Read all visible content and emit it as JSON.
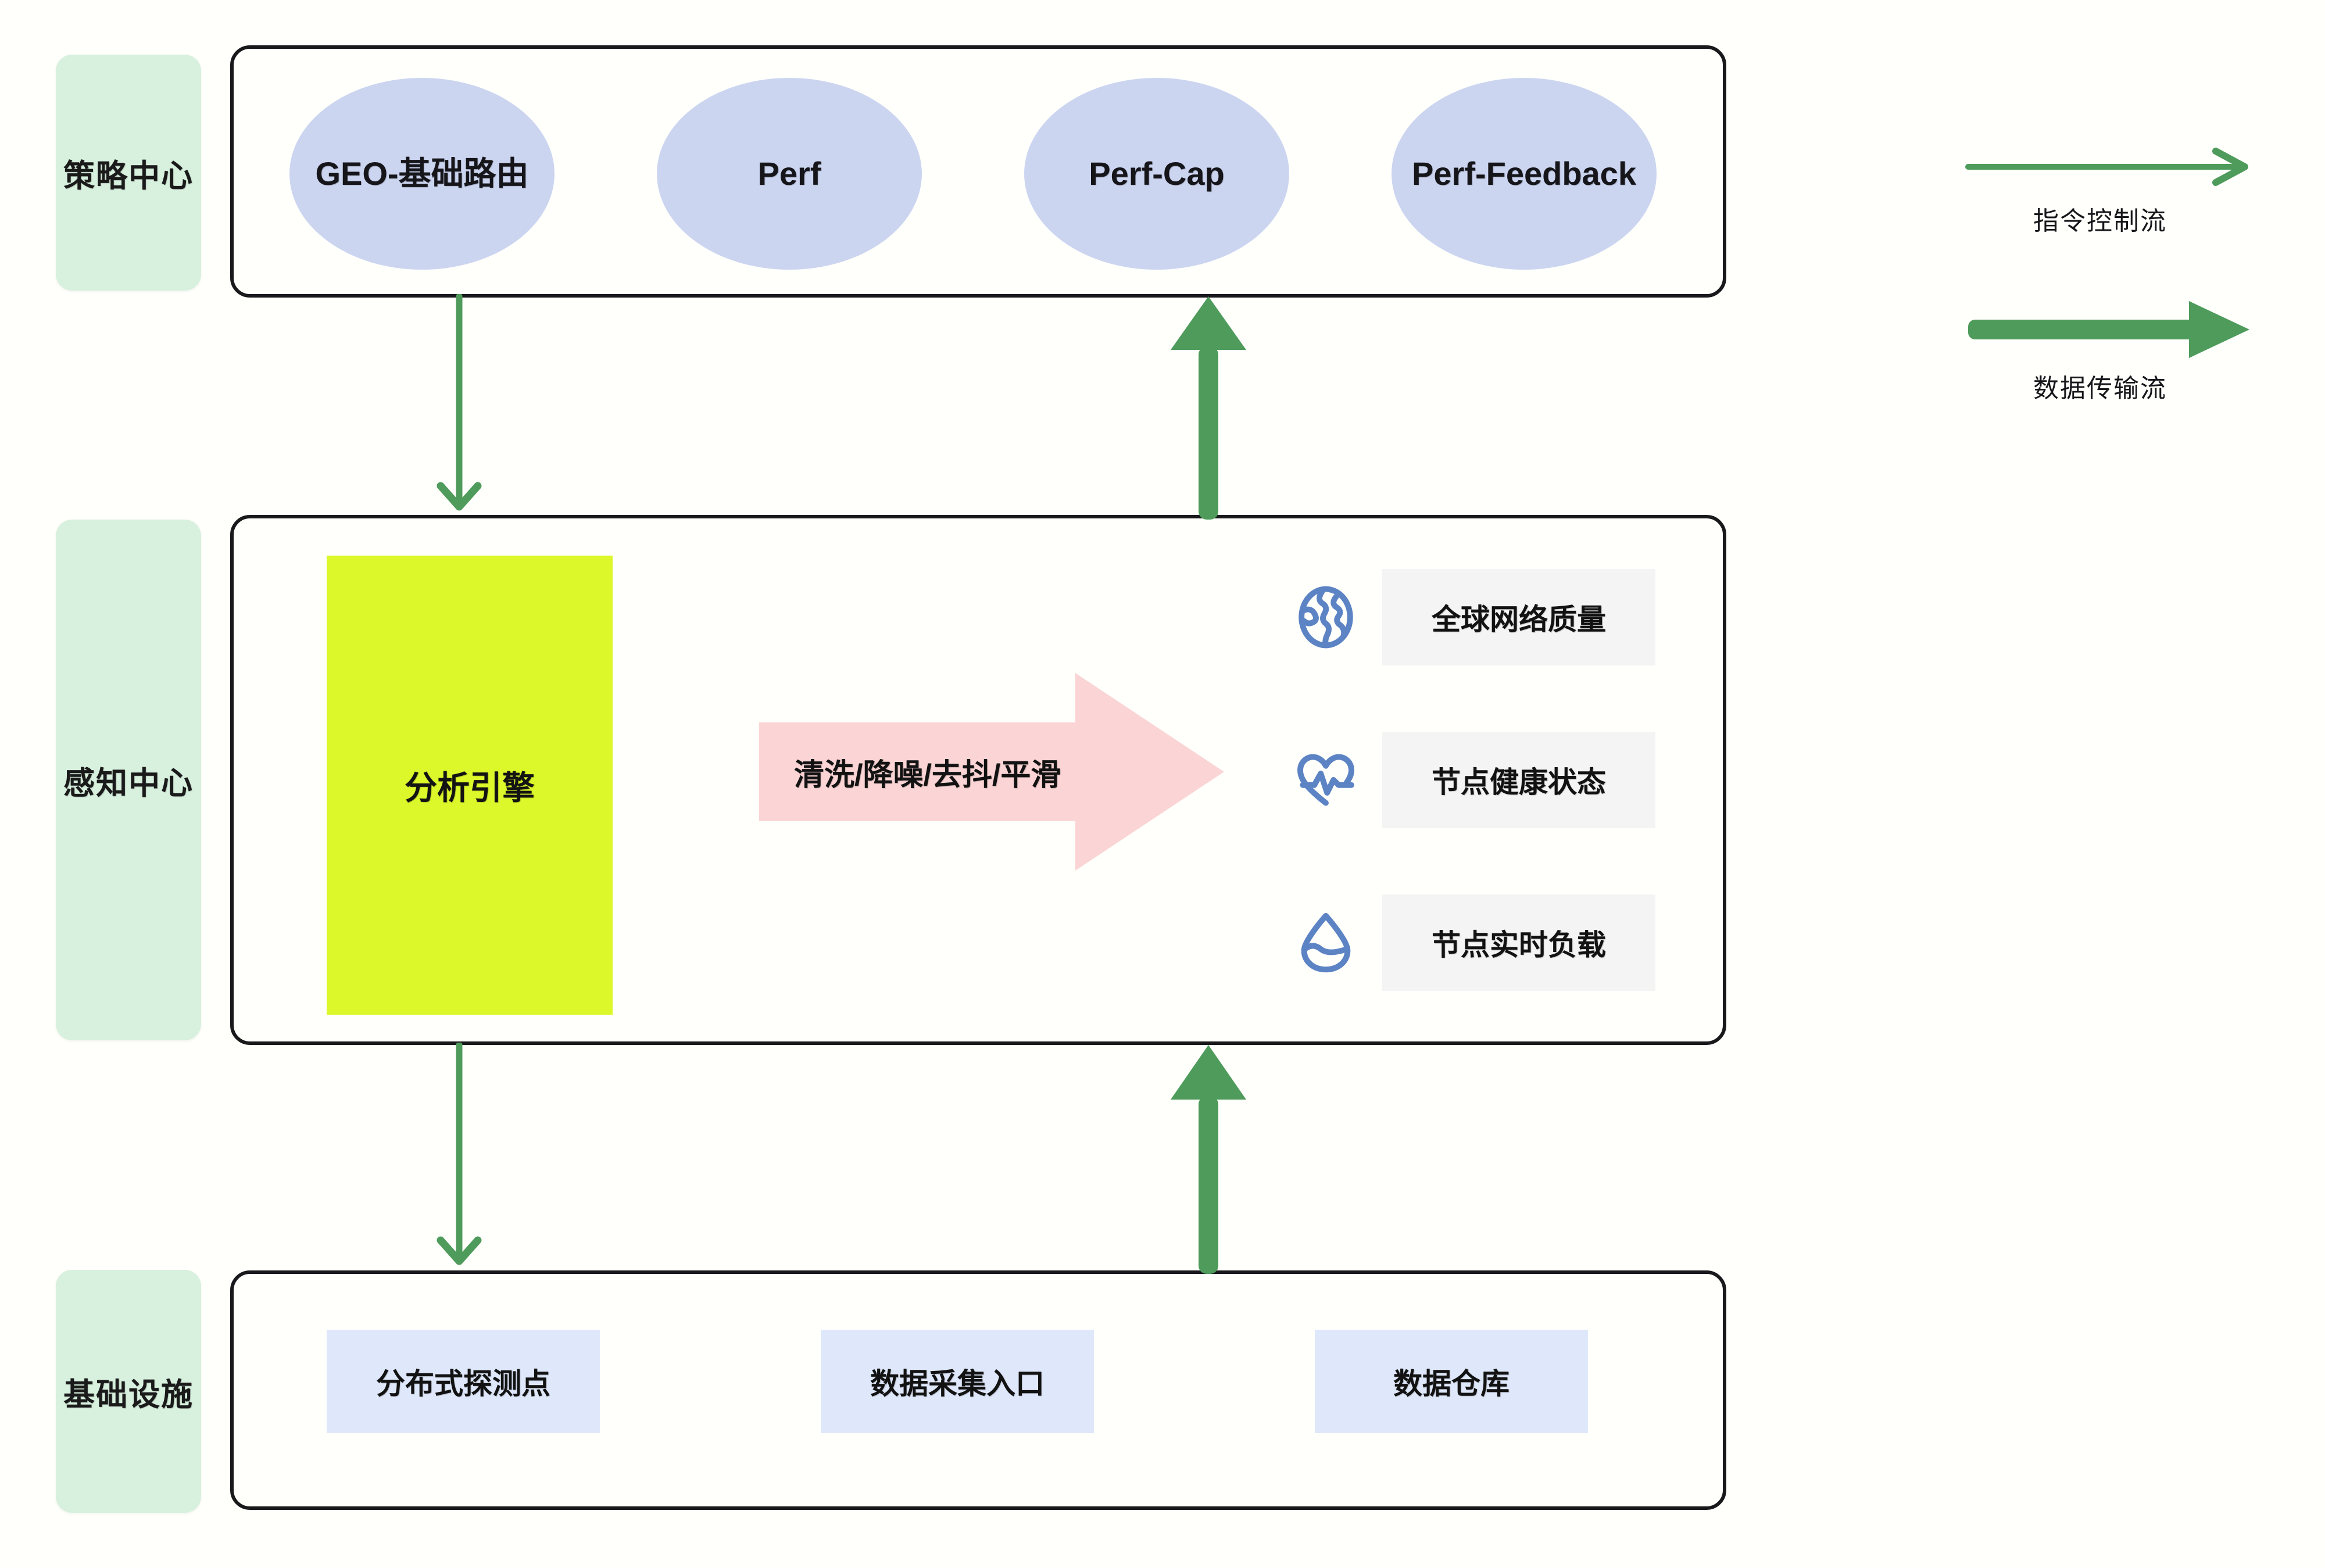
{
  "diagram": {
    "layers": [
      {
        "id": "strategy",
        "label": "策略中心"
      },
      {
        "id": "perception",
        "label": "感知中心"
      },
      {
        "id": "infrastructure",
        "label": "基础设施"
      }
    ],
    "strategy_nodes": [
      {
        "id": "geo-base-routing",
        "label": "GEO-基础路由"
      },
      {
        "id": "perf",
        "label": "Perf"
      },
      {
        "id": "perf-cap",
        "label": "Perf-Cap"
      },
      {
        "id": "perf-feedback",
        "label": "Perf-Feedback"
      }
    ],
    "perception": {
      "engine_label": "分析引擎",
      "process_arrow_label": "清洗/降噪/去抖/平滑",
      "metrics": [
        {
          "id": "global-network-quality",
          "icon": "globe-icon",
          "label": "全球网络质量"
        },
        {
          "id": "node-health-status",
          "icon": "heart-pulse-icon",
          "label": "节点健康状态"
        },
        {
          "id": "node-realtime-load",
          "icon": "water-drop-icon",
          "label": "节点实时负载"
        }
      ]
    },
    "infrastructure_nodes": [
      {
        "id": "distributed-probes",
        "label": "分布式探测点"
      },
      {
        "id": "data-collection-gateway",
        "label": "数据采集入口"
      },
      {
        "id": "data-warehouse",
        "label": "数据仓库"
      }
    ],
    "legend": [
      {
        "id": "control-flow",
        "label": "指令控制流",
        "style": "thin-arrow"
      },
      {
        "id": "data-flow",
        "label": "数据传输流",
        "style": "thick-arrow"
      }
    ],
    "colors": {
      "layer_card_bg": "#d8f0de",
      "panel_border": "#19191c",
      "ellipse_fill": "#ccd5f0",
      "engine_fill": "#dcf72a",
      "process_arrow_fill": "#fbd5d5",
      "metric_chip_bg": "#f4f4f4",
      "infra_chip_bg": "#dfe8fa",
      "flow_green": "#4e9b5b",
      "icon_blue": "#5c83c4",
      "background": "#fffffb"
    }
  }
}
